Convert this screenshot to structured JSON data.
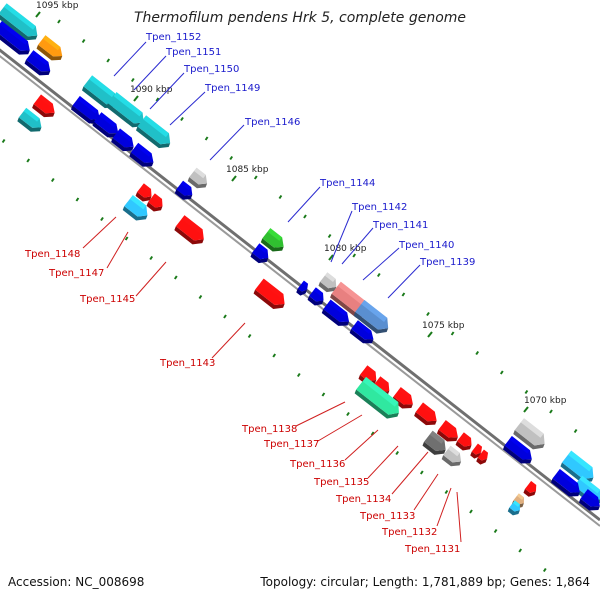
{
  "title": "Thermofilum pendens Hrk 5, complete genome",
  "footer": {
    "accession": "Accession: NC_008698",
    "summary": "Topology: circular; Length: 1,781,889 bp; Genes: 1,864"
  },
  "scale_labels": [
    "1095 kbp",
    "1090 kbp",
    "1085 kbp",
    "1080 kbp",
    "1075 kbp",
    "1070 kbp"
  ],
  "top_strand_labels": [
    "Tpen_1152",
    "Tpen_1151",
    "Tpen_1150",
    "Tpen_1149",
    "Tpen_1146",
    "Tpen_1144",
    "Tpen_1142",
    "Tpen_1141",
    "Tpen_1140",
    "Tpen_1139"
  ],
  "bottom_strand_labels": [
    "Tpen_1148",
    "Tpen_1147",
    "Tpen_1145",
    "Tpen_1143",
    "Tpen_1138",
    "Tpen_1137",
    "Tpen_1136",
    "Tpen_1135",
    "Tpen_1134",
    "Tpen_1133",
    "Tpen_1132",
    "Tpen_1131"
  ],
  "colors": {
    "forward_label": "#1a1acc",
    "reverse_label": "#cc0000",
    "backbone": "#7a7a7a",
    "tick": "#1a7a1a"
  }
}
